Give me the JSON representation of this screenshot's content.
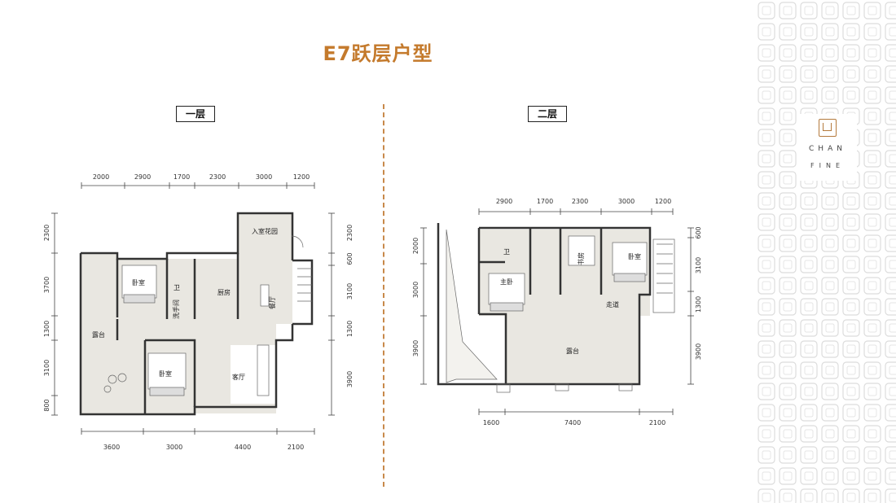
{
  "title": "E7跃层户型",
  "floors": [
    {
      "label": "一层",
      "dims_top": [
        "2000",
        "2900",
        "1700",
        "2300",
        "3000",
        "1200"
      ],
      "dims_bottom": [
        "3600",
        "3000",
        "4400",
        "2100"
      ],
      "dims_left": [
        "2300",
        "3700",
        "1300",
        "3100",
        "800"
      ],
      "dims_right": [
        "2300",
        "600",
        "3100",
        "1300",
        "3900"
      ],
      "rooms": {
        "entry_garden": "入室花园",
        "bedroom_a": "卧室",
        "bath": "卫",
        "kitchen": "厨房",
        "dining": "餐厅",
        "wash": "洗手间",
        "terrace": "露台",
        "bedroom_b": "卧室",
        "living": "客厅"
      }
    },
    {
      "label": "二层",
      "dims_top": [
        "2900",
        "1700",
        "2300",
        "3000",
        "1200"
      ],
      "dims_bottom": [
        "1600",
        "7400",
        "2100"
      ],
      "dims_left": [
        "2000",
        "3000",
        "3900"
      ],
      "dims_right": [
        "600",
        "3100",
        "1300",
        "3900"
      ],
      "rooms": {
        "bath": "卫",
        "study": "书房",
        "bedroom": "卧室",
        "master": "主卧",
        "corridor": "走道",
        "terrace": "露台"
      }
    }
  ],
  "brand": {
    "line1": "CHAN",
    "line2": "FINE"
  },
  "colors": {
    "accent": "#c47a2c",
    "wall": "#333333",
    "floor_fill": "#e8e6e0"
  }
}
